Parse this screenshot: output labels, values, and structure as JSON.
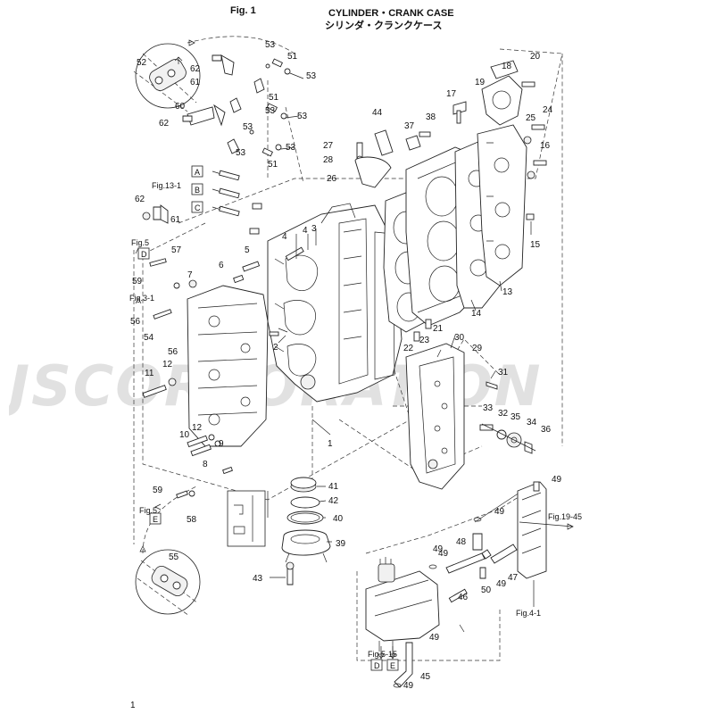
{
  "header": {
    "fig_no": "Fig. 1",
    "title_en": "CYLINDER・CRANK CASE",
    "title_jp": "シリンダ・クランクケース"
  },
  "page_number": "1",
  "watermark": "JSCORPORATION",
  "refs": {
    "fig_13_1": "Fig.13-1",
    "fig_5_top": "Fig.5",
    "fig_3_1": "Fig.3-1",
    "fig_5_bottom": "Fig.5",
    "fig_19_45": "Fig.19-45",
    "fig_4_1": "Fig.4-1",
    "fig_5_15": "Fig.5-15"
  },
  "boxed_letters": {
    "a": "A",
    "b": "B",
    "c": "C",
    "d_top": "D",
    "e_left": "E",
    "d_bottom": "D",
    "e_bottom": "E"
  },
  "callouts": {
    "c1": "1",
    "c2": "2",
    "c3": "3",
    "c4a": "4",
    "c4b": "4",
    "c5": "5",
    "c6": "6",
    "c7": "7",
    "c8": "8",
    "c9": "9",
    "c10": "10",
    "c11": "11",
    "c12a": "12",
    "c12b": "12",
    "c13": "13",
    "c14": "14",
    "c15": "15",
    "c16": "16",
    "c17": "17",
    "c18": "18",
    "c19": "19",
    "c20": "20",
    "c21": "21",
    "c22": "22",
    "c23": "23",
    "c24": "24",
    "c25": "25",
    "c26": "26",
    "c27": "27",
    "c28": "28",
    "c29": "29",
    "c30": "30",
    "c31": "31",
    "c32": "32",
    "c33": "33",
    "c34": "34",
    "c35": "35",
    "c36": "36",
    "c37": "37",
    "c38": "38",
    "c39": "39",
    "c40": "40",
    "c41": "41",
    "c42": "42",
    "c43": "43",
    "c44": "44",
    "c45": "45",
    "c46": "46",
    "c47": "47",
    "c48": "48",
    "c49a": "49",
    "c49b": "49",
    "c49c": "49",
    "c49d": "49",
    "c49e": "49",
    "c49f": "49",
    "c49g": "49",
    "c50": "50",
    "c51a": "51",
    "c51b": "51",
    "c51c": "51",
    "c52": "52",
    "c53a": "53",
    "c53b": "53",
    "c53c": "53",
    "c53d": "53",
    "c53e": "53",
    "c53f": "53",
    "c53g": "53",
    "c54": "54",
    "c55": "55",
    "c56a": "56",
    "c56b": "56",
    "c57": "57",
    "c58": "58",
    "c59a": "59",
    "c59b": "59",
    "c60": "60",
    "c61a": "61",
    "c61b": "61",
    "c62a": "62",
    "c62b": "62",
    "c62c": "62"
  }
}
